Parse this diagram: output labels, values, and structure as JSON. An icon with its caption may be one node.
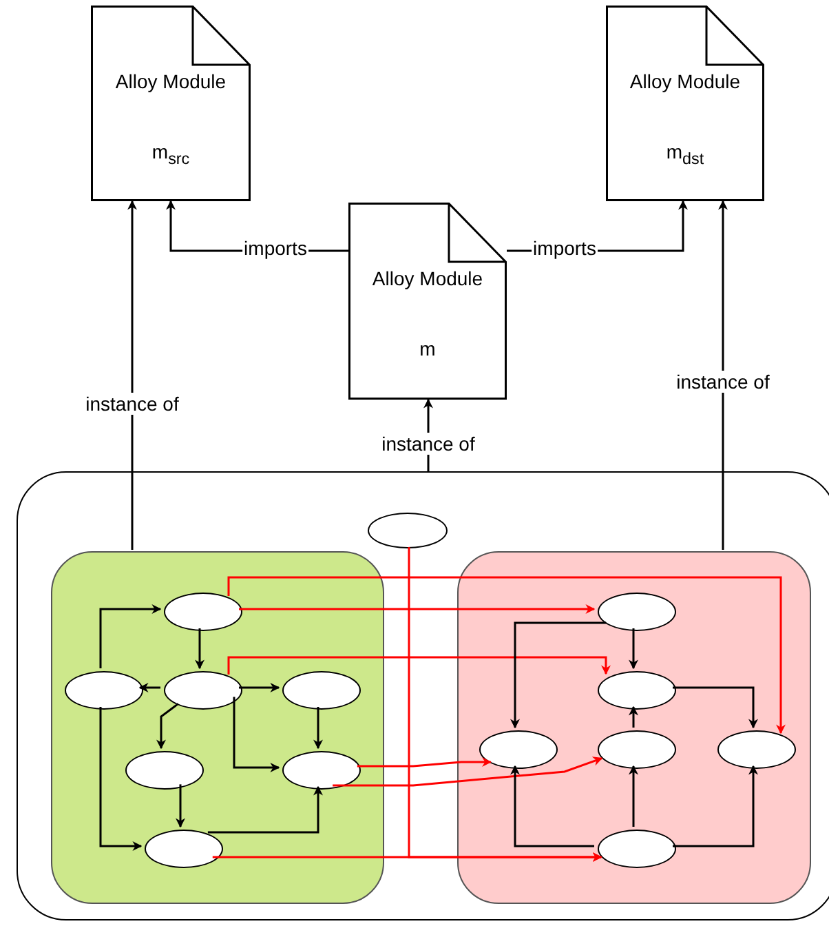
{
  "diagram": {
    "nodes": [
      {
        "text": [
          "Alloy Module",
          "m$_{src}$"
        ]
      },
      {
        "text": [
          "Alloy Module",
          "m$_{dst}$"
        ]
      },
      {
        "text": [
          "Alloy Module",
          "m"
        ]
      },
      {
        "text": [],
        "shape": "box"
      },
      {
        "text": [],
        "shape": "ellipse",
        "in": 3
      },
      {
        "text": [],
        "shape": "box",
        "in": 3
      },
      {
        "text": [],
        "shape": "box",
        "in": 3
      },
      {
        "text": [],
        "shape": "ellipse",
        "in": 5
      },
      {
        "text": [],
        "shape": "ellipse",
        "in": 5
      },
      {
        "text": [],
        "shape": "ellipse",
        "in": 5
      },
      {
        "text": [],
        "shape": "ellipse",
        "in": 5
      },
      {
        "text": [],
        "shape": "ellipse",
        "in": 5
      },
      {
        "text": [],
        "shape": "ellipse",
        "in": 5
      },
      {
        "text": [],
        "shape": "ellipse",
        "in": 5
      },
      {
        "text": [],
        "shape": "ellipse",
        "in": 6
      },
      {
        "text": [],
        "shape": "ellipse",
        "in": 6
      },
      {
        "text": [],
        "shape": "ellipse",
        "in": 6
      },
      {
        "text": [],
        "shape": "ellipse",
        "in": 6
      },
      {
        "text": [],
        "shape": "ellipse",
        "in": 6
      },
      {
        "text": [],
        "shape": "ellipse",
        "in": 6
      }
    ],
    "edges": [
      {
        "from": 2,
        "to": 0,
        "arrow": "to",
        "label": "imports"
      },
      {
        "from": 2,
        "to": 1,
        "arrow": "to",
        "label": "imports"
      },
      {
        "from": 5,
        "to": 0,
        "arrow": "to",
        "label": "instance of"
      },
      {
        "from": 3,
        "to": 2,
        "arrow": "to",
        "label": "instance of"
      },
      {
        "from": 6,
        "to": 1,
        "arrow": "to",
        "label": "instance of"
      },
      {
        "from": 7,
        "to": 9,
        "arrow": "to"
      },
      {
        "from": 9,
        "to": 8,
        "arrow": "to"
      },
      {
        "from": 8,
        "to": 7,
        "arrow": "to"
      },
      {
        "from": 9,
        "to": 10,
        "arrow": "to"
      },
      {
        "from": 9,
        "to": 11,
        "arrow": "to"
      },
      {
        "from": 9,
        "to": 12,
        "arrow": "to"
      },
      {
        "from": 10,
        "to": 12,
        "arrow": "to"
      },
      {
        "from": 11,
        "to": 13,
        "arrow": "to"
      },
      {
        "from": 8,
        "to": 13,
        "arrow": "to"
      },
      {
        "from": 13,
        "to": 12,
        "arrow": "to"
      },
      {
        "from": 7,
        "to": 18,
        "arrow": "to",
        "color": "#ff0000"
      },
      {
        "from": 7,
        "to": 14,
        "arrow": "to",
        "color": "#ff0000"
      },
      {
        "from": 9,
        "to": 15,
        "arrow": "to",
        "color": "#ff0000"
      },
      {
        "from": 12,
        "to": 16,
        "arrow": "to",
        "color": "#ff0000"
      },
      {
        "from": 12,
        "to": 17,
        "arrow": "to",
        "color": "#ff0000"
      },
      {
        "from": 13,
        "to": 19,
        "arrow": "to",
        "color": "#ff0000"
      },
      {
        "from": 4,
        "to": 19,
        "arrow": "to",
        "color": "#ff0000"
      },
      {
        "from": 14,
        "to": 15,
        "arrow": "to"
      },
      {
        "from": 14,
        "to": 16,
        "arrow": "to"
      },
      {
        "from": 15,
        "to": 18,
        "arrow": "to"
      },
      {
        "from": 17,
        "to": 15,
        "arrow": "to"
      },
      {
        "from": 19,
        "to": 16,
        "arrow": "to"
      },
      {
        "from": 19,
        "to": 17,
        "arrow": "to"
      },
      {
        "from": 19,
        "to": 18,
        "arrow": "to"
      }
    ]
  }
}
